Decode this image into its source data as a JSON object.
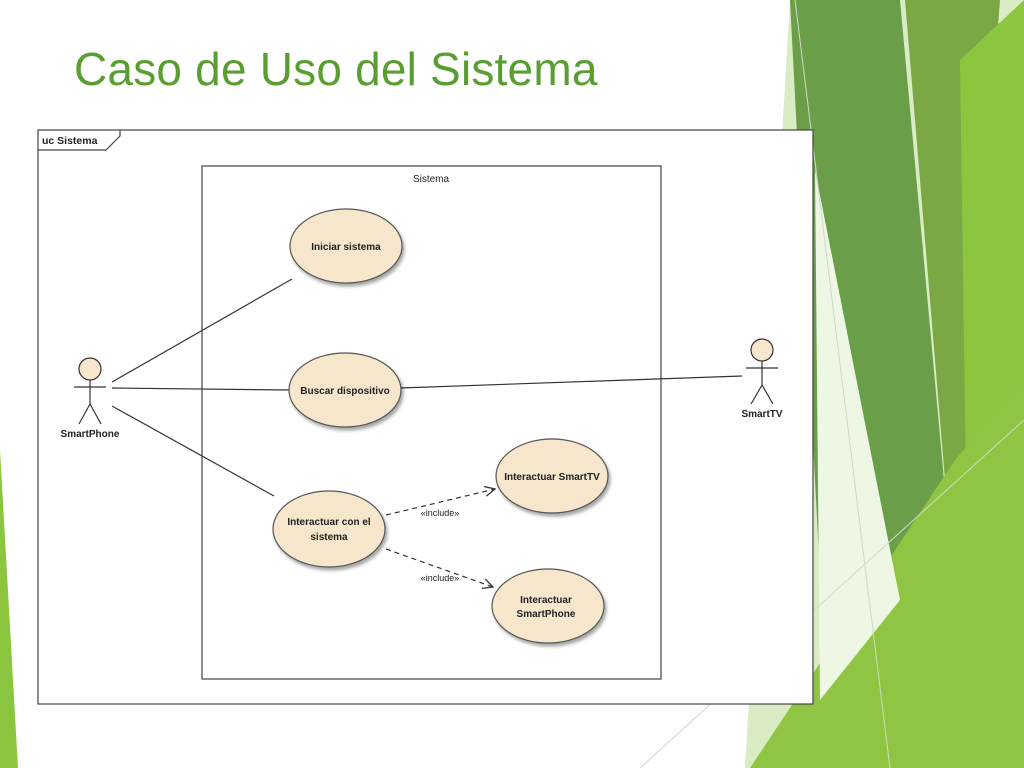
{
  "slide": {
    "title": "Caso de Uso del Sistema"
  },
  "diagram": {
    "frame_label": "uc Sistema",
    "boundary_label": "Sistema",
    "actors": {
      "smartphone": "SmartPhone",
      "smarttv": "SmartTV"
    },
    "use_cases": {
      "iniciar": [
        "Iniciar sistema"
      ],
      "buscar": [
        "Buscar dispositivo"
      ],
      "interactuar": [
        "Interactuar con el",
        "sistema"
      ],
      "interactuar_tv": [
        "Interactuar SmartTV"
      ],
      "interactuar_phone": [
        "Interactuar",
        "SmartPhone"
      ]
    },
    "include_label": "«include»"
  },
  "colors": {
    "title": "#5a9e32",
    "accent_dark": "#6a9e48",
    "accent_light": "#8cc63f",
    "usecase_fill": "#f5e6cc",
    "actor_head": "#f5e6cc"
  }
}
